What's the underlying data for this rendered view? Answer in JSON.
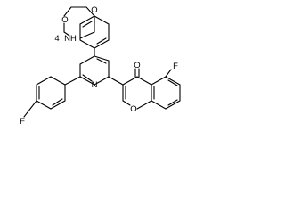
{
  "atom_labels": {
    "carbonyl_oxygen_top": "O",
    "ring_oxygen_top": "O",
    "lactam_nh": "NH",
    "lactam_h": "4",
    "pyridine_n": "N",
    "fluorine_left": "F",
    "chromone_carbonyl_oxygen": "O",
    "chromone_ring_oxygen": "O",
    "fluorine_right": "F"
  }
}
